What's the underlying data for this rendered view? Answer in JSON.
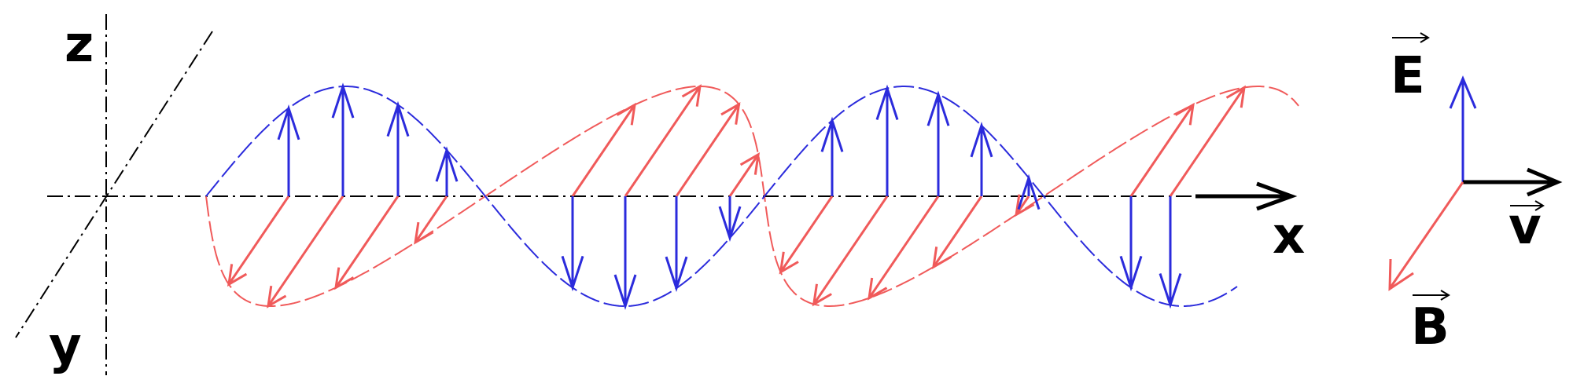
{
  "labels": {
    "z": "z",
    "y": "y",
    "x": "x",
    "E": "E",
    "v": "v",
    "B": "B"
  },
  "colors": {
    "electric": "#2b2bdc",
    "magnetic": "#f05a5a",
    "axis": "#000000",
    "background": "#ffffff"
  }
}
